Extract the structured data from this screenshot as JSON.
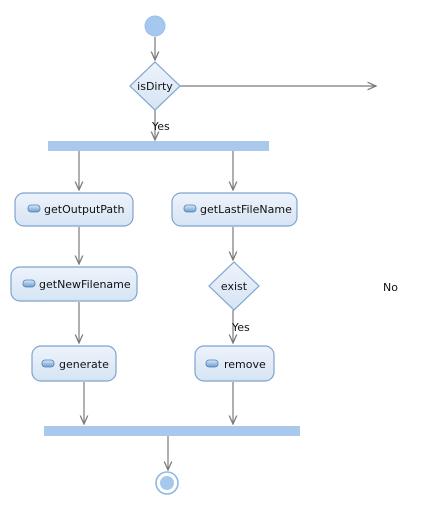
{
  "diagram": {
    "type": "activity",
    "nodes": {
      "decision_isdirty": "isDirty",
      "get_output_path": "getOutputPath",
      "get_new_filename": "getNewFilename",
      "generate": "generate",
      "get_last_file_name": "getLastFileName",
      "decision_exist": "exist",
      "remove": "remove"
    },
    "edge_labels": {
      "yes_isdirty": "Yes",
      "yes_exist": "Yes",
      "no_isdirty": "No"
    }
  },
  "colors": {
    "node_fill": "#dfeaf7",
    "node_stroke": "#7ea4cf",
    "bar_fill": "#a9c9ec",
    "edge": "#7a7a7a",
    "initial_fill": "#a6c8ee"
  }
}
